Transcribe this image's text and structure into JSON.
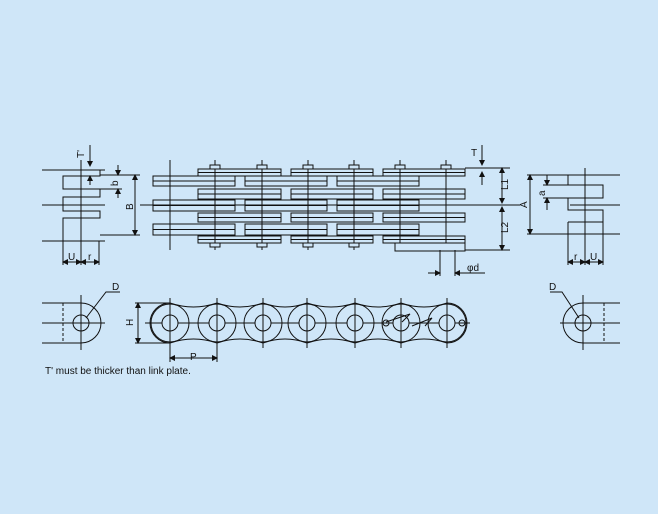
{
  "labels": {
    "t_prime": "T'",
    "b": "b",
    "B": "B",
    "U_left": "U",
    "r_left": "r",
    "T": "T",
    "L1": "L1",
    "L2": "L2",
    "phi_d": "φd",
    "A": "A",
    "a": "a",
    "r_right": "r",
    "U_right": "U",
    "D_left": "D",
    "D_right": "D",
    "H": "H",
    "P": "P"
  },
  "note": "T' must be thicker than link plate."
}
